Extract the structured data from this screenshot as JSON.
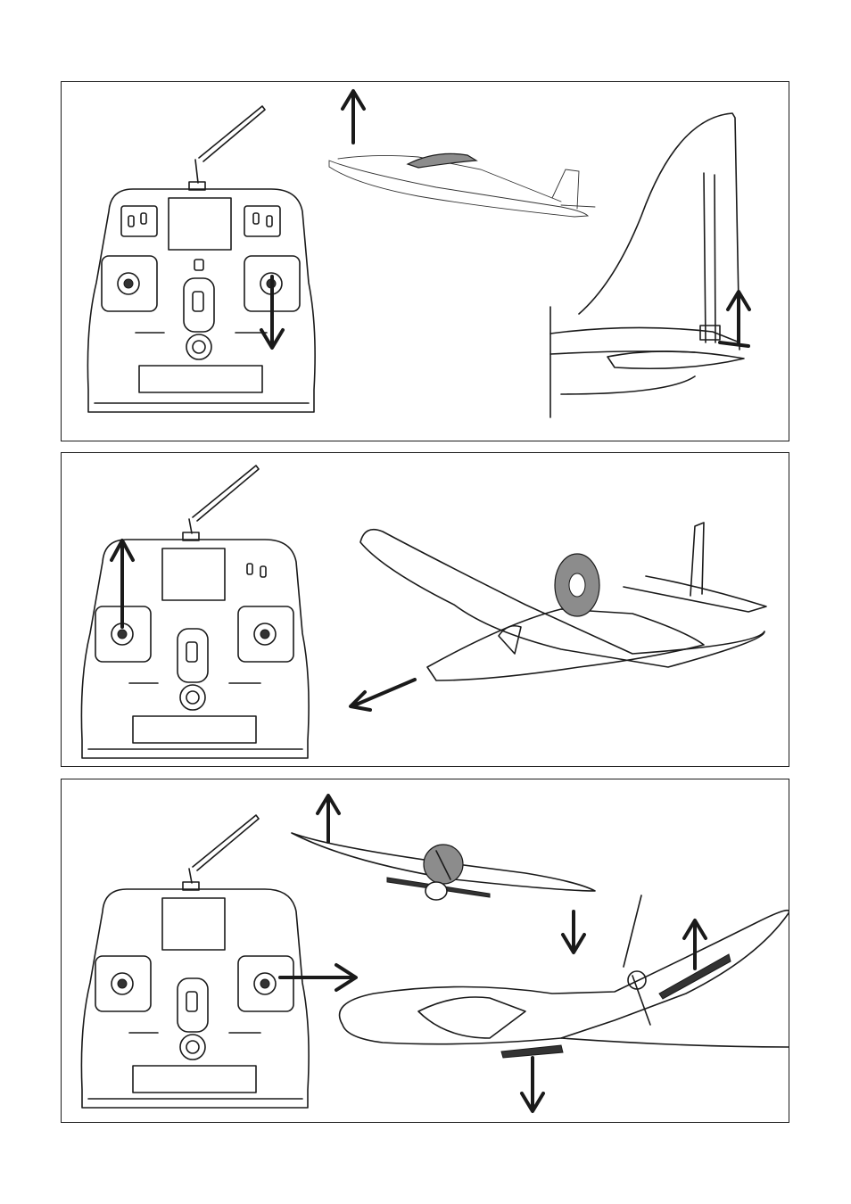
{
  "page": {
    "background": "#ffffff",
    "line_color": "#1a1a1a",
    "shade_color": "#8c8c8c"
  },
  "panels": [
    {
      "id": "elevator-up",
      "stick": "right",
      "stick_motion": "down",
      "control_surface": "elevator",
      "surface_motion": "up"
    },
    {
      "id": "throttle",
      "stick": "left",
      "stick_motion": "up",
      "aircraft_motion": "forward"
    },
    {
      "id": "aileron",
      "stick": "right",
      "stick_motion": "right",
      "control_surface": "ailerons",
      "surface_motion": "left-up-right-down"
    }
  ]
}
